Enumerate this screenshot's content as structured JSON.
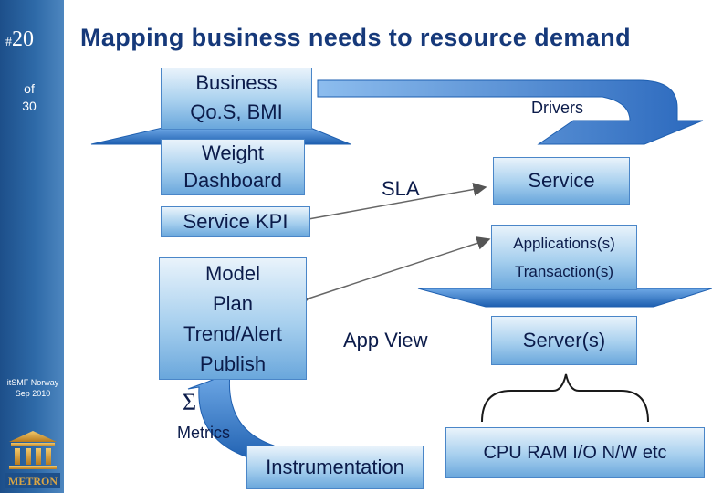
{
  "slide": {
    "hash": "#",
    "number": "20",
    "of_total": "of\n30",
    "footer_note": "itSMF Norway\nSep 2010",
    "logo_text": "METRON"
  },
  "title": "Mapping business needs to resource demand",
  "left_stack": {
    "business": "Business",
    "qos": "Qo.S, BMI",
    "weight": "Weight",
    "dashboard": "Dashboard",
    "service_kpi": "Service KPI",
    "model": "Model",
    "plan": "Plan",
    "trend": "Trend/Alert",
    "publish": "Publish"
  },
  "sigma": "Σ",
  "metrics": "Metrics",
  "instrumentation": "Instrumentation",
  "sla": "SLA",
  "app_view": "App  View",
  "drivers": "Drivers",
  "service": "Service",
  "applications": "Applications(s)",
  "transactions": "Transaction(s)",
  "servers": "Server(s)",
  "resources": "CPU  RAM  I/O N/W  etc",
  "colors": {
    "sidebar": "#2e6aa8",
    "title": "#16397a",
    "box": "#a6cfee",
    "arrow": "#2f6fc0",
    "text": "#0b1b4a"
  }
}
